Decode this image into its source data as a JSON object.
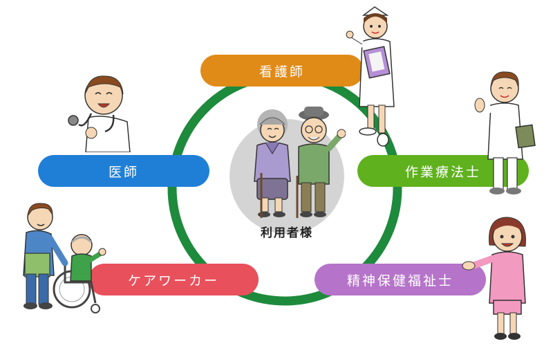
{
  "diagram": {
    "center": {
      "label": "利用者様",
      "icon": "elderly-couple-icon"
    },
    "ring_color": "#1e8a3c",
    "roles": [
      {
        "id": "nurse",
        "label": "看護師",
        "color": "#e08a17",
        "icon": "nurse-icon"
      },
      {
        "id": "doctor",
        "label": "医師",
        "color": "#1f7fd6",
        "icon": "doctor-icon"
      },
      {
        "id": "ot",
        "label": "作業療法士",
        "color": "#5fb11e",
        "icon": "therapist-icon"
      },
      {
        "id": "care",
        "label": "ケアワーカー",
        "color": "#e8505b",
        "icon": "care-worker-icon"
      },
      {
        "id": "psw",
        "label": "精神保健福祉士",
        "color": "#b574c9",
        "icon": "social-worker-icon"
      }
    ]
  }
}
